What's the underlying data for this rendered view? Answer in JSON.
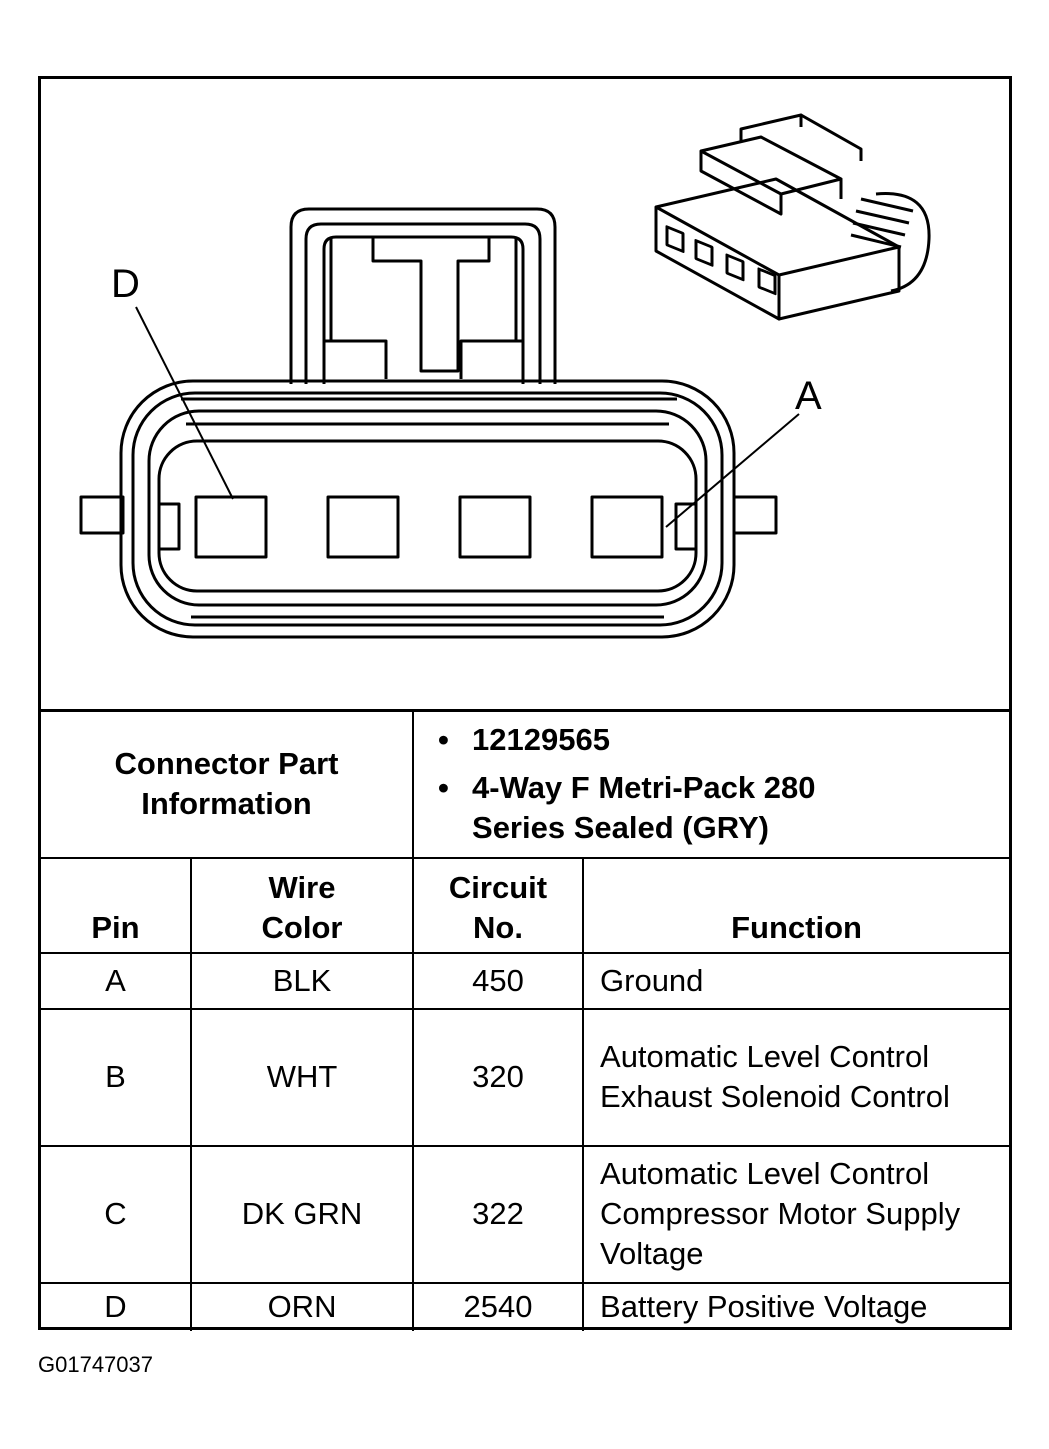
{
  "diagram": {
    "pin_labels": {
      "left": "D",
      "right": "A"
    }
  },
  "connector_info": {
    "label": "Connector Part Information",
    "items": [
      "12129565",
      "4-Way F Metri-Pack 280 Series Sealed (GRY)"
    ]
  },
  "table": {
    "headers": {
      "pin": "Pin",
      "wire_color": "Wire Color",
      "circuit_no": "Circuit No.",
      "function": "Function"
    },
    "rows": [
      {
        "pin": "A",
        "wire_color": "BLK",
        "circuit_no": "450",
        "function": "Ground"
      },
      {
        "pin": "B",
        "wire_color": "WHT",
        "circuit_no": "320",
        "function": "Automatic Level Control Exhaust Solenoid Control"
      },
      {
        "pin": "C",
        "wire_color": "DK GRN",
        "circuit_no": "322",
        "function": "Automatic Level Control Compressor Motor Supply Voltage"
      },
      {
        "pin": "D",
        "wire_color": "ORN",
        "circuit_no": "2540",
        "function": "Battery Positive Voltage"
      }
    ]
  },
  "footer": {
    "code": "G01747037"
  }
}
